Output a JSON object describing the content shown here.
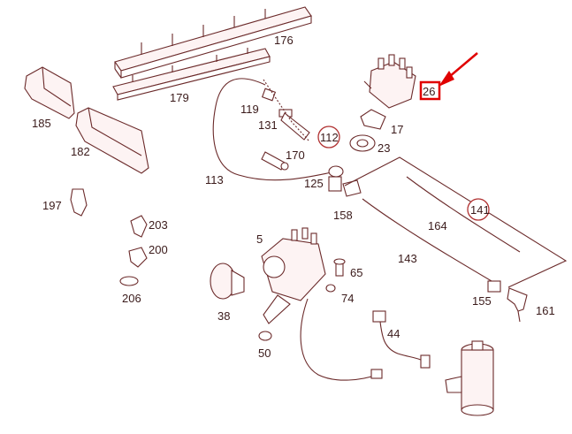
{
  "diagram": {
    "callouts": [
      {
        "id": "176",
        "text": "176"
      },
      {
        "id": "179",
        "text": "179"
      },
      {
        "id": "185",
        "text": "185"
      },
      {
        "id": "182",
        "text": "182"
      },
      {
        "id": "119",
        "text": "119"
      },
      {
        "id": "131",
        "text": "131"
      },
      {
        "id": "112",
        "text": "112"
      },
      {
        "id": "170",
        "text": "170"
      },
      {
        "id": "113",
        "text": "113"
      },
      {
        "id": "125",
        "text": "125"
      },
      {
        "id": "158",
        "text": "158"
      },
      {
        "id": "26",
        "text": "26"
      },
      {
        "id": "17",
        "text": "17"
      },
      {
        "id": "23",
        "text": "23"
      },
      {
        "id": "197",
        "text": "197"
      },
      {
        "id": "203",
        "text": "203"
      },
      {
        "id": "200",
        "text": "200"
      },
      {
        "id": "206",
        "text": "206"
      },
      {
        "id": "5",
        "text": "5"
      },
      {
        "id": "65",
        "text": "65"
      },
      {
        "id": "74",
        "text": "74"
      },
      {
        "id": "38",
        "text": "38"
      },
      {
        "id": "50",
        "text": "50"
      },
      {
        "id": "44",
        "text": "44"
      },
      {
        "id": "164",
        "text": "164"
      },
      {
        "id": "141",
        "text": "141"
      },
      {
        "id": "143",
        "text": "143"
      },
      {
        "id": "155",
        "text": "155"
      },
      {
        "id": "161",
        "text": "161"
      }
    ],
    "highlighted_part": "26",
    "colors": {
      "line": "#6b2a2a",
      "highlight": "#e00000",
      "callout_circle": "#b03030"
    }
  }
}
